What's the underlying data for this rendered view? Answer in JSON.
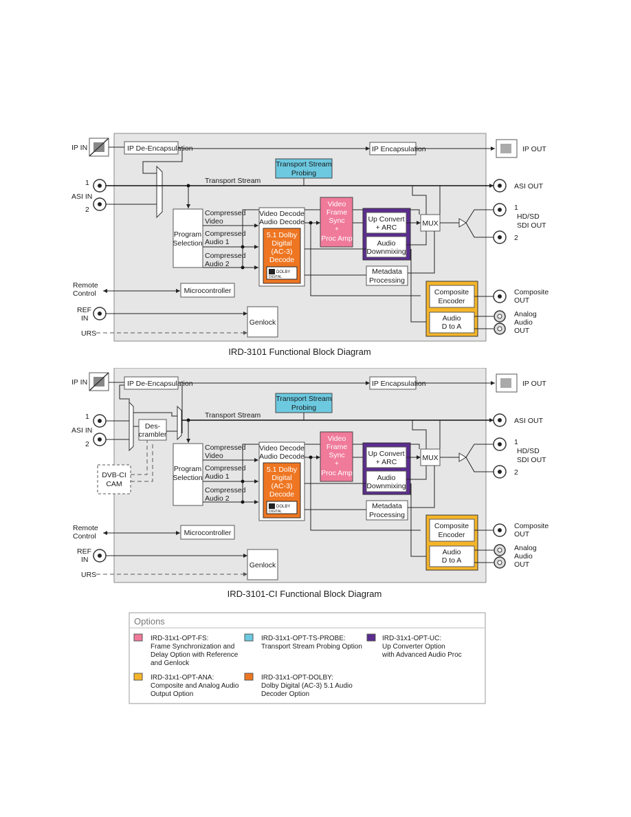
{
  "legend_colors": {
    "frame_sync": "#f07a9a",
    "ts_probe": "#6cc9e0",
    "up_convert": "#5b2d8e",
    "analog": "#f5b52a",
    "dolby": "#ee7622"
  },
  "diagram1": {
    "caption": "IRD-3101 Functional Block Diagram",
    "ip_in": "IP IN",
    "ip_out": "IP OUT",
    "ip_decap": "IP De-Encapsulation",
    "ip_encap": "IP Encapsulation",
    "ts_probe_1": "Transport Stream",
    "ts_probe_2": "Probing",
    "asi_in": "ASI IN",
    "asi_1": "1",
    "asi_2": "2",
    "transport_stream": "Transport Stream",
    "asi_out": "ASI OUT",
    "program_sel_1": "Program",
    "program_sel_2": "Selection",
    "comp_video_1": "Compressed",
    "comp_video_2": "Video",
    "comp_audio1_1": "Compressed",
    "comp_audio1_2": "Audio 1",
    "comp_audio2_1": "Compressed",
    "comp_audio2_2": "Audio 2",
    "vdec_1": "Video Decode",
    "vdec_2": "Audio Decode",
    "dolby_1": "5.1 Dolby",
    "dolby_2": "Digital",
    "dolby_3": "(AC-3)",
    "dolby_4": "Decode",
    "dolby_logo": "DOLBY",
    "dolby_logo_2": "DIGITAL",
    "vfs_1": "Video",
    "vfs_2": "Frame",
    "vfs_3": "Sync",
    "vfs_4": "+",
    "vfs_5": "Proc Amp",
    "upconv_1": "Up Convert",
    "upconv_2": "+ ARC",
    "downmix_1": "Audio",
    "downmix_2": "Downmixing",
    "mux": "MUX",
    "sdi_1": "1",
    "sdi_2": "2",
    "sdi_out_1": "HD/SD",
    "sdi_out_2": "SDI OUT",
    "metadata_1": "Metadata",
    "metadata_2": "Processing",
    "remote_1": "Remote",
    "remote_2": "Control",
    "micro": "Microcontroller",
    "comp_enc_1": "Composite",
    "comp_enc_2": "Encoder",
    "comp_out_1": "Composite",
    "comp_out_2": "OUT",
    "ref_1": "REF",
    "ref_2": "IN",
    "genlock": "Genlock",
    "urs": "URS",
    "audio_da_1": "Audio",
    "audio_da_2": "D to A",
    "analog_1": "Analog",
    "analog_2": "Audio",
    "analog_3": "OUT"
  },
  "diagram2": {
    "caption": "IRD-3101-CI Functional Block Diagram",
    "descrambler_1": "Des-",
    "descrambler_2": "crambler",
    "dvbci_1": "DVB-CI",
    "dvbci_2": "CAM"
  },
  "options": {
    "title": "Options",
    "items": [
      {
        "name": "IRD-31x1-OPT-FS:",
        "desc": [
          "Frame Synchronization and",
          "Delay Option with Reference",
          "and Genlock"
        ]
      },
      {
        "name": "IRD-31x1-OPT-TS-PROBE:",
        "desc": [
          "Transport Stream Probing Option"
        ]
      },
      {
        "name": "IRD-31x1-OPT-UC:",
        "desc": [
          "Up Converter Option",
          "with Advanced Audio Proc"
        ]
      },
      {
        "name": "IRD-31x1-OPT-ANA:",
        "desc": [
          "Composite and Analog Audio",
          "Output Option"
        ]
      },
      {
        "name": "IRD-31x1-OPT-DOLBY:",
        "desc": [
          "Dolby Digital (AC-3) 5.1 Audio",
          "Decoder Option"
        ]
      }
    ]
  }
}
